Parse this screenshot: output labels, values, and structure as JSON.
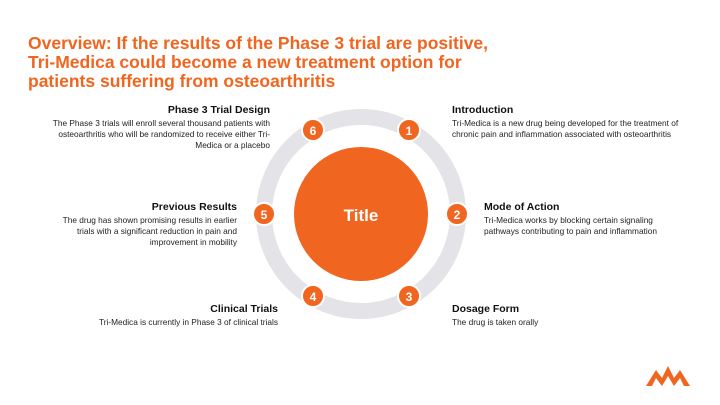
{
  "slide": {
    "title_line1": "Overview: If the results of the Phase 3 trial are positive,",
    "title_line2": "Tri-Medica could become a new treatment option for",
    "title_line3": "patients suffering from osteoarthritis"
  },
  "hub": {
    "label": "Title"
  },
  "nodes": [
    {
      "number": "1",
      "heading": "Introduction",
      "text": "Tri-Medica is a new drug being developed for the treatment of chronic pain and inflammation associated with osteoarthritis"
    },
    {
      "number": "2",
      "heading": "Mode of Action",
      "text": "Tri-Medica works by blocking certain signaling pathways contributing to pain and inflammation"
    },
    {
      "number": "3",
      "heading": "Dosage Form",
      "text": "The drug is taken orally"
    },
    {
      "number": "4",
      "heading": "Clinical Trials",
      "text": "Tri-Medica is currently in Phase 3 of clinical trials"
    },
    {
      "number": "5",
      "heading": "Previous Results",
      "text": "The drug has shown promising results in earlier trials with a significant reduction in pain and improvement in mobility"
    },
    {
      "number": "6",
      "heading": "Phase 3 Trial Design",
      "text": "The Phase 3 trials will enroll several thousand patients with osteoarthritis who will be randomized to receive either Tri-Medica or a placebo"
    }
  ],
  "colors": {
    "accent": "#f0651f",
    "ring": "#e4e4e8",
    "text": "#222222"
  },
  "icons": {
    "logo": "tri-medica-logo-icon"
  }
}
